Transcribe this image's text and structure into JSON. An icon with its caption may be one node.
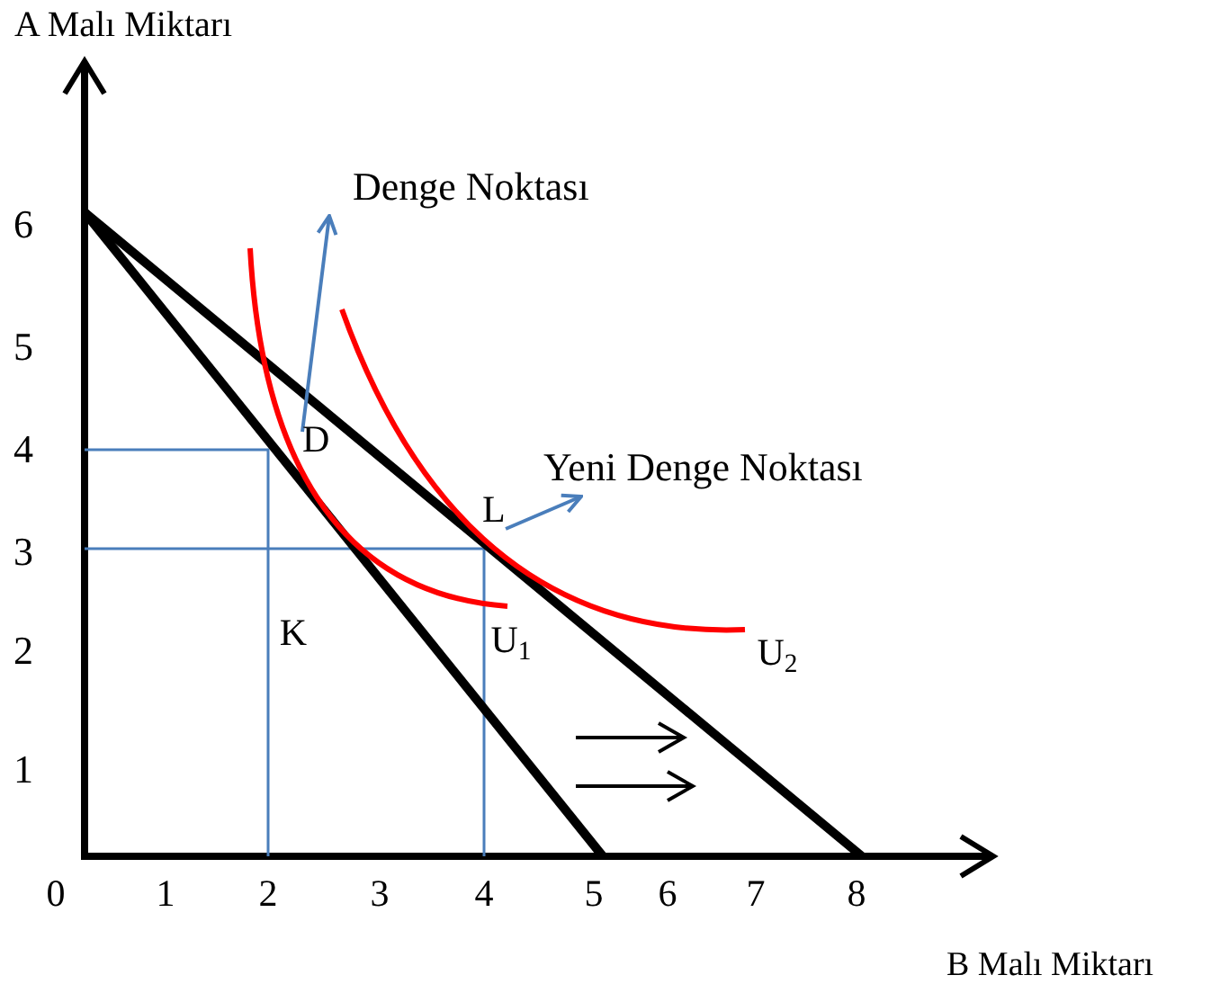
{
  "diagram": {
    "nodes": [
      {
        "text": [
          "Denge Noktası"
        ]
      },
      {
        "text": [
          "D"
        ]
      },
      {
        "text": [
          "Yeni Denge Noktası"
        ]
      },
      {
        "text": [
          "L"
        ]
      }
    ],
    "edges": [
      {
        "from": 1,
        "to": 0,
        "arrow": "to"
      },
      {
        "from": 3,
        "to": 2,
        "arrow": "to"
      }
    ],
    "labels": [
      "A Malı Miktarı",
      "6",
      "5",
      "4",
      "3",
      "2",
      "K",
      "U$_{1}$",
      "U$_{2}$",
      "1",
      "0",
      "1",
      "2",
      "3",
      "4",
      "5",
      "6",
      "7",
      "8",
      "B Malı Miktarı"
    ]
  }
}
